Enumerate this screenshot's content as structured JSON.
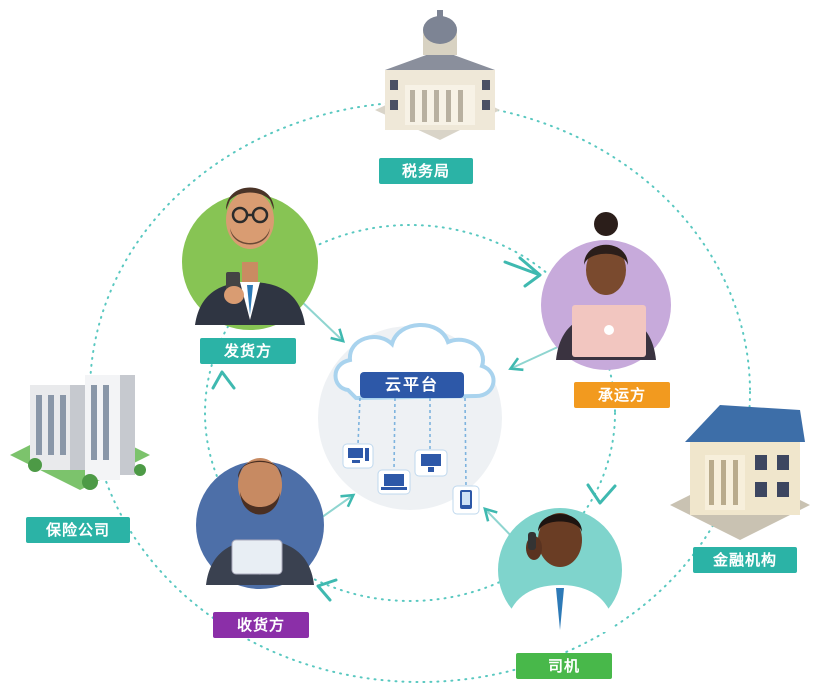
{
  "nodes": {
    "tax_bureau": {
      "label": "税务局",
      "color": "#2bb3a6"
    },
    "shipper": {
      "label": "发货方",
      "color": "#2bb3a6"
    },
    "carrier": {
      "label": "承运方",
      "color": "#f29a1f"
    },
    "insurance": {
      "label": "保险公司",
      "color": "#2bb3a6"
    },
    "finance": {
      "label": "金融机构",
      "color": "#2bb3a6"
    },
    "consignee": {
      "label": "收货方",
      "color": "#8b2fa8"
    },
    "driver": {
      "label": "司机",
      "color": "#48b84a"
    }
  },
  "center": {
    "label": "云平台",
    "color": "#2d58a8"
  },
  "colors": {
    "dotted_ring": "#59c8c0",
    "arrow": "#3fb9b0",
    "cloud_fill": "#ffffff",
    "cloud_stroke": "#a9d3ee",
    "center_disc": "#eef1f4"
  },
  "icons": [
    "building-icon",
    "office-towers-icon",
    "bank-icon",
    "businessman-icon",
    "businesswoman-icon",
    "driver-icon",
    "cloud-icon",
    "computer-icon",
    "laptop-icon",
    "tablet-icon"
  ]
}
